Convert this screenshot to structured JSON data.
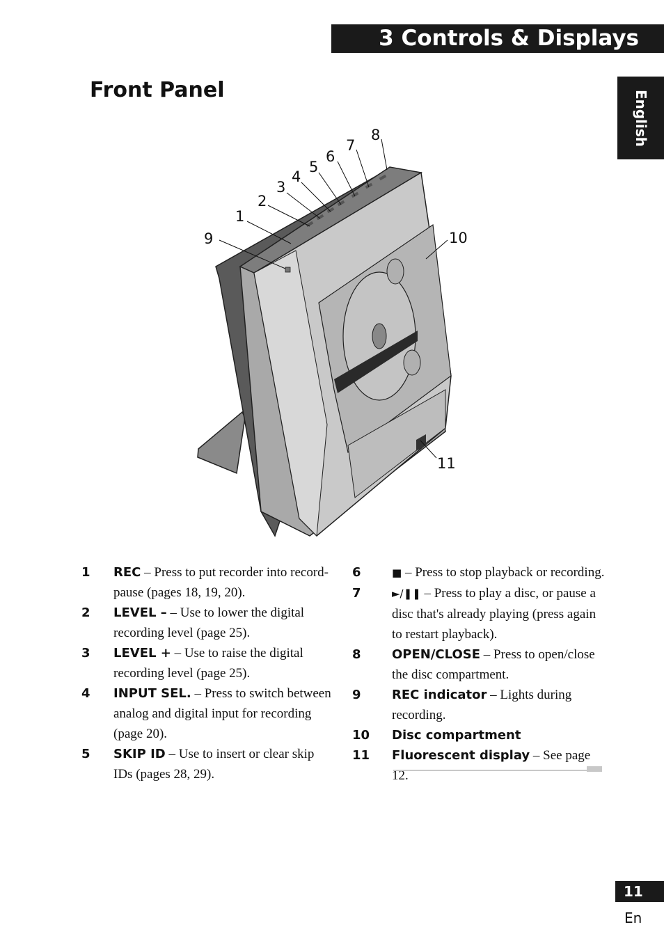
{
  "header": {
    "chapter": "3  Controls & Displays",
    "language_tab": "English"
  },
  "section_title": "Front Panel",
  "illustration": {
    "callouts": [
      "1",
      "2",
      "3",
      "4",
      "5",
      "6",
      "7",
      "8",
      "9",
      "10",
      "11"
    ]
  },
  "items_left": [
    {
      "num": "1",
      "label": "REC",
      "desc": " – Press to put recorder into record-pause (pages 18, 19, 20)."
    },
    {
      "num": "2",
      "label": "LEVEL –",
      "desc": " – Use to lower the digital recording level (page 25)."
    },
    {
      "num": "3",
      "label": "LEVEL +",
      "desc": " – Use to raise the digital recording level (page 25)."
    },
    {
      "num": "4",
      "label": "INPUT SEL.",
      "desc": " – Press to switch between analog and digital input for recording (page 20)."
    },
    {
      "num": "5",
      "label": "SKIP ID",
      "desc": " – Use to insert or clear skip IDs (pages 28, 29)."
    }
  ],
  "items_right": [
    {
      "num": "6",
      "label": "■",
      "desc": " – Press to stop playback or recording."
    },
    {
      "num": "7",
      "label": "►/❚❚",
      "desc": " – Press to play a disc, or pause a disc that's already playing (press again to restart playback)."
    },
    {
      "num": "8",
      "label": "OPEN/CLOSE",
      "desc": " – Press to open/close the disc compartment."
    },
    {
      "num": "9",
      "label": "REC indicator",
      "desc": " – Lights during recording."
    },
    {
      "num": "10",
      "label": "Disc compartment",
      "desc": ""
    },
    {
      "num": "11",
      "label": "Fluorescent display",
      "desc": " – See page 12."
    }
  ],
  "footer": {
    "page_number": "11",
    "page_lang": "En"
  }
}
